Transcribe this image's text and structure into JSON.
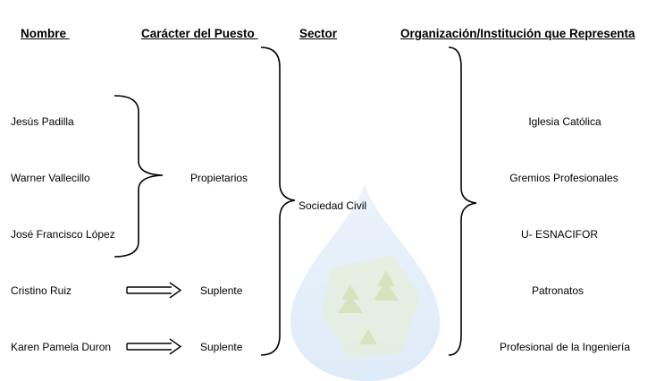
{
  "headers": {
    "nombre": "Nombre ",
    "caracter": "Carácter del Puesto ",
    "sector": "Sector",
    "organizacion": "Organización/Institución que Representa"
  },
  "names": [
    "Jesús Padilla",
    "Warner Vallecillo",
    "José Francisco López",
    "Cristino Ruiz",
    "Karen Pamela Duron"
  ],
  "roles": {
    "group": "Propietarios",
    "suplente_1": "Suplente",
    "suplente_2": "Suplente"
  },
  "sector": {
    "label": "Sociedad Civil"
  },
  "organizations": [
    "Iglesia Católica",
    "Gremios Profesionales",
    "U- ESNACIFOR",
    "Patronatos",
    "Profesional de la Ingeniería"
  ],
  "colors": {
    "text": "#000000",
    "watermark_blue": "#9fc3e8",
    "watermark_green": "#b7cf8a"
  }
}
